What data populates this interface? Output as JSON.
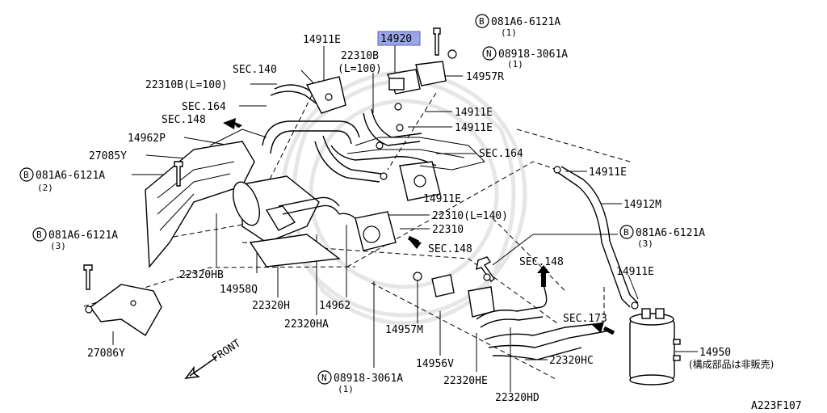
{
  "labels": {
    "p14920": "14920",
    "p14911e_a": "14911E",
    "p22310b": "22310B",
    "p22310b_len": "(L=100)",
    "sec140": "SEC.140",
    "p22310b_l100": "22310B(L=100)",
    "sec164_a": "SEC.164",
    "sec148_a": "SEC.148",
    "p14962p": "14962P",
    "p27085y": "27085Y",
    "bolt1": "081A6-6121A",
    "bolt1_qty": "(2)",
    "bolt2": "081A6-6121A",
    "bolt2_qty": "(3)",
    "p22320hb": "22320HB",
    "p14958q": "14958Q",
    "p22320h": "22320H",
    "p14962": "14962",
    "p22320ha": "22320HA",
    "p27086y": "27086Y",
    "front": "FRONT",
    "bolt_top": "081A6-6121A",
    "bolt_top_qty": "(1)",
    "nut_top": "08918-3061A",
    "nut_top_qty": "(1)",
    "p14957r": "14957R",
    "p14911e_b": "14911E",
    "p14911e_c": "14911E",
    "sec164_b": "SEC.164",
    "p14911e_d": "14911E",
    "p22310_l140": "22310(L=140)",
    "p22310": "22310",
    "sec148_b": "SEC.148",
    "p14911e_e": "14911E",
    "p14912m": "14912M",
    "bolt3": "081A6-6121A",
    "bolt3_qty": "(3)",
    "sec148_c": "SEC.148",
    "p14911e_f": "14911E",
    "sec173": "SEC.173",
    "p14957m": "14957M",
    "p14956v": "14956V",
    "p22320he": "22320HE",
    "p22320hd": "22320HD",
    "p22320hc": "22320HC",
    "nut_bottom": "08918-3061A",
    "nut_bottom_qty": "(1)",
    "p14950": "14950",
    "p14950_note": "(構成部品は非販売)",
    "figure_code": "A223F107",
    "B": "B",
    "N": "N"
  },
  "colors": {
    "highlight": "#9aa6e8",
    "line": "#000000"
  }
}
